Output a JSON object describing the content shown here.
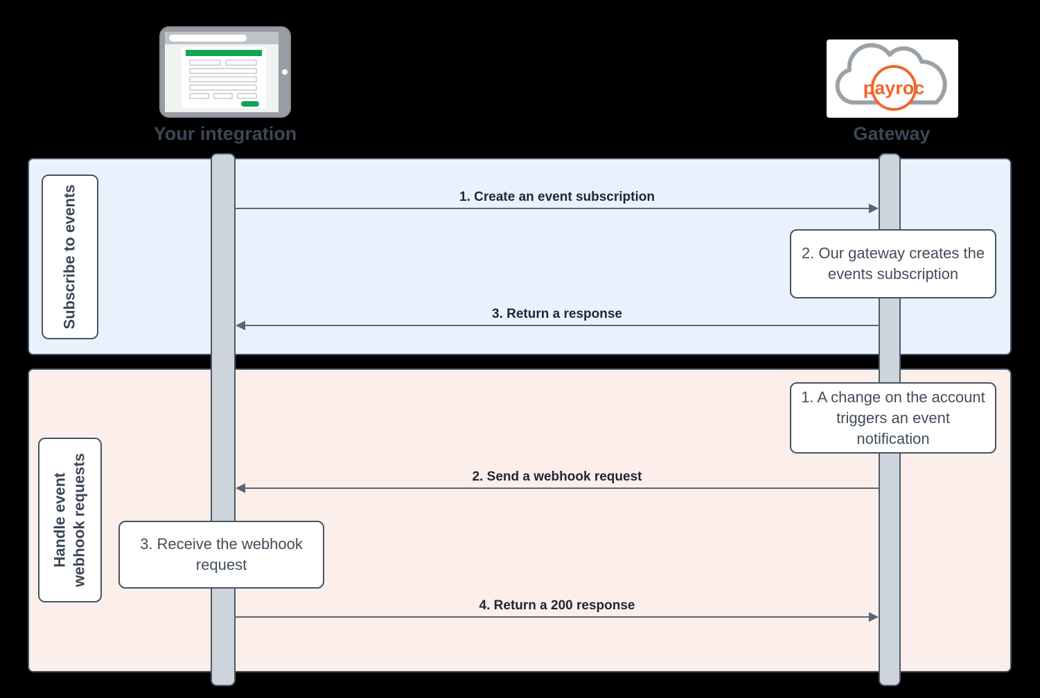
{
  "diagram": {
    "actors": {
      "left": {
        "label": "Your integration"
      },
      "right": {
        "label": "Gateway",
        "logo_text": "payroc"
      }
    },
    "lanes": {
      "subscribe": {
        "title": "Subscribe to events",
        "messages": {
          "create": "1. Create an event subscription",
          "gateway_note": "2. Our gateway creates the events subscription",
          "response": "3. Return a response"
        }
      },
      "handle": {
        "title_lines": [
          "Handle event",
          "webhook requests"
        ],
        "messages": {
          "trigger_note": "1. A change on the account triggers an event notification",
          "send": "2. Send a webhook request",
          "receive_note": "3. Receive the webhook request",
          "return200": "4. Return a 200 response"
        }
      }
    },
    "colors": {
      "subscribe_bg": "#e9f1fc",
      "handle_bg": "#fceeeb",
      "lifeline_fill": "#cdd4db",
      "border_dark": "#46525f",
      "text_dark": "#3d4855",
      "arrow": "#5b6570",
      "accent_green": "#13a456",
      "accent_orange": "#f2652a",
      "cloud_gray": "#9aa1a7",
      "background": "#000000"
    }
  }
}
